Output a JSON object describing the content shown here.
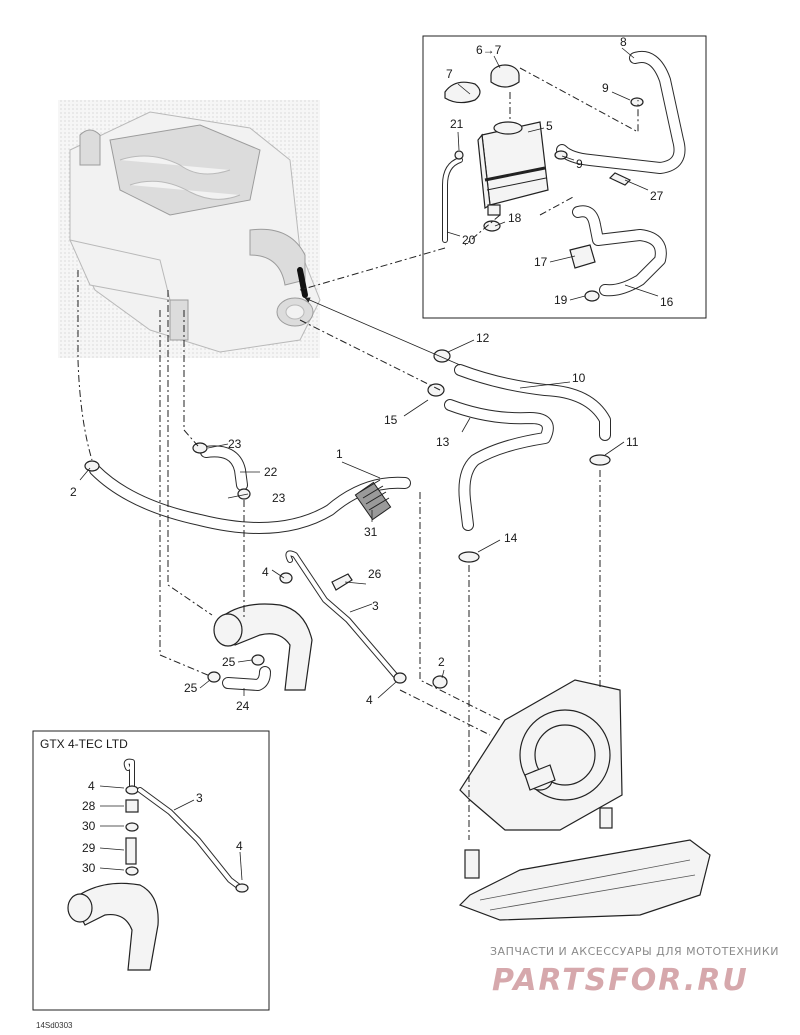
{
  "labels": {
    "l1": "1",
    "l2a": "2",
    "l2b": "2",
    "l3": "3",
    "l4a": "4",
    "l4b": "4",
    "l5": "5",
    "l67": "6→7",
    "l7": "7",
    "l8": "8",
    "l9a": "9",
    "l9b": "9",
    "l10": "10",
    "l11": "11",
    "l12": "12",
    "l13": "13",
    "l14": "14",
    "l15": "15",
    "l16": "16",
    "l17": "17",
    "l18": "18",
    "l19": "19",
    "l20": "20",
    "l21": "21",
    "l22": "22",
    "l23a": "23",
    "l23b": "23",
    "l24": "24",
    "l25a": "25",
    "l25b": "25",
    "l26": "26",
    "l27": "27",
    "l31": "31"
  },
  "inset": {
    "title": "GTX 4-TEC LTD",
    "labels": {
      "l4a": "4",
      "l28": "28",
      "l30a": "30",
      "l29": "29",
      "l30b": "30",
      "l3": "3",
      "l4b": "4"
    }
  },
  "footer": {
    "code": "14Sd0303"
  },
  "watermark": {
    "line1": "ЗАПЧАСТИ И АКСЕССУАРЫ ДЛЯ МОТОТЕХНИКИ",
    "line2": "PARTSFOR.RU"
  }
}
